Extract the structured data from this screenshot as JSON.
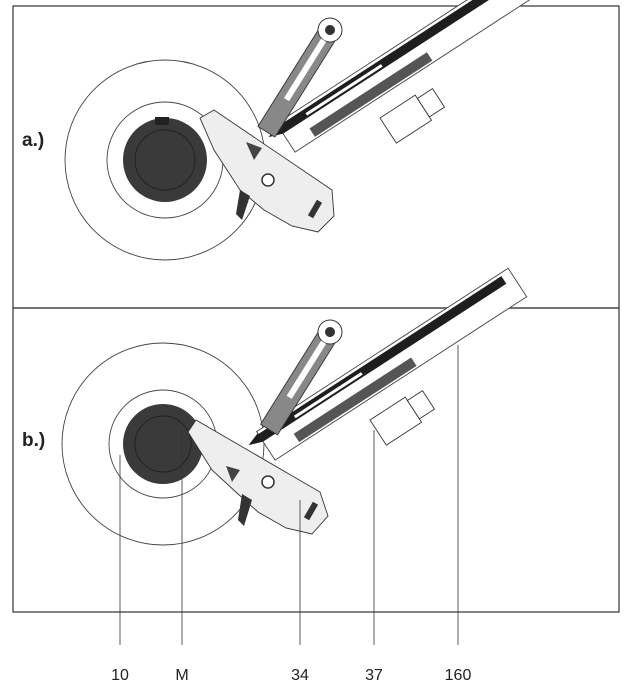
{
  "panels": [
    {
      "label": "a.)"
    },
    {
      "label": "b.)"
    }
  ],
  "callouts": [
    "10",
    "M",
    "34",
    "37",
    "160"
  ],
  "colors": {
    "line": "#333333",
    "reel": "#3a3a3a",
    "arm_fill": "#e8e8e8",
    "dark_rail": "#555555"
  }
}
